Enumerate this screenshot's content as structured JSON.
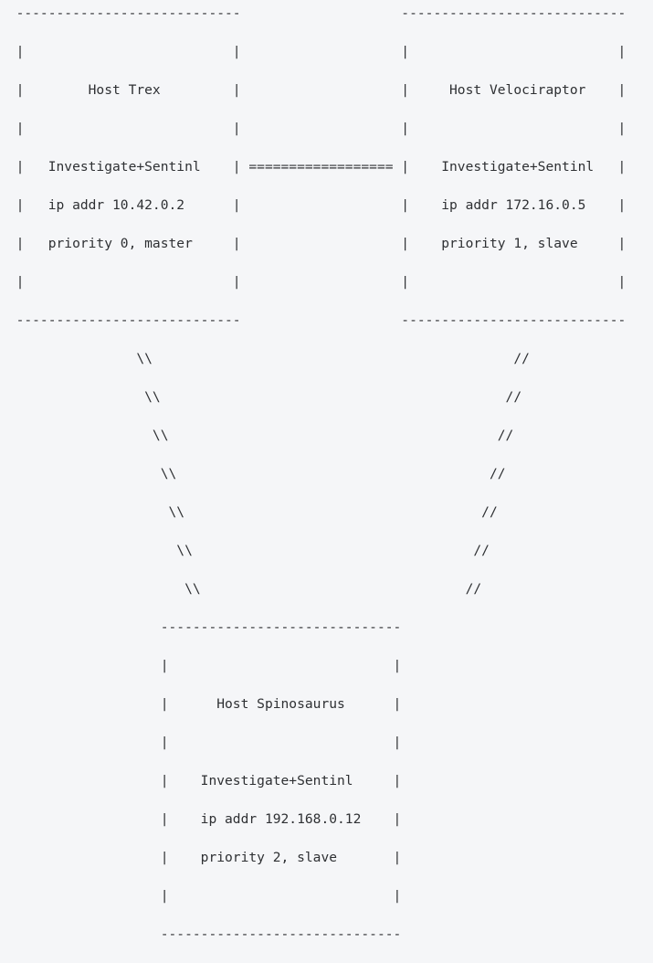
{
  "document": {
    "type": "ascii-network-diagram",
    "background_color": "#f5f6f8",
    "text_color": "#2e3033",
    "box_border_horizontal_char": "-",
    "box_border_vertical_char": "|",
    "link_horizontal_char": "=",
    "link_diagonal_left_char": "\\",
    "link_diagonal_right_char": "/"
  },
  "nodes": [
    {
      "id": "trex",
      "title": "Host Trex",
      "stack": "Investigate+Sentinl",
      "ip": "ip addr 10.42.0.2",
      "priority": "priority 0, master",
      "priority_value": 0,
      "role": "master",
      "ip_address": "10.42.0.2",
      "position": "top-left"
    },
    {
      "id": "velociraptor",
      "title": "Host Velociraptor",
      "stack": "Investigate+Sentinl",
      "ip": "ip addr 172.16.0.5",
      "priority": "priority 1, slave",
      "priority_value": 1,
      "role": "slave",
      "ip_address": "172.16.0.5",
      "position": "top-right"
    },
    {
      "id": "spinosaurus",
      "title": "Host Spinosaurus",
      "stack": "Investigate+Sentinl",
      "ip": "ip addr 192.168.0.12",
      "priority": "priority 2, slave",
      "priority_value": 2,
      "role": "slave",
      "ip_address": "192.168.0.12",
      "position": "bottom-center"
    }
  ],
  "links": [
    {
      "from": "trex",
      "to": "velociraptor",
      "style": "horizontal-double",
      "glyph": "="
    },
    {
      "from": "trex",
      "to": "spinosaurus",
      "style": "diagonal-down-right",
      "glyph": "\\\\"
    },
    {
      "from": "velociraptor",
      "to": "spinosaurus",
      "style": "diagonal-down-left",
      "glyph": "//"
    }
  ],
  "ascii": {
    "lines": [
      "  ----------------------------                    ----------------------------",
      "  |                          |                    |                          |",
      "  |        Host Trex         |                    |     Host Velociraptor    |",
      "  |                          |                    |                          |",
      "  |   Investigate+Sentinl    | ================== |    Investigate+Sentinl   |",
      "  |   ip addr 10.42.0.2      |                    |    ip addr 172.16.0.5    |",
      "  |   priority 0, master     |                    |    priority 1, slave     |",
      "  |                          |                    |                          |",
      "  ----------------------------                    ----------------------------",
      "                 \\\\                                             //",
      "                  \\\\                                           //",
      "                   \\\\                                         //",
      "                    \\\\                                       //",
      "                     \\\\                                     //",
      "                      \\\\                                   //",
      "                       \\\\                                 //",
      "                    ------------------------------",
      "                    |                            |",
      "                    |      Host Spinosaurus      |",
      "                    |                            |",
      "                    |    Investigate+Sentinl     |",
      "                    |    ip addr 192.168.0.12    |",
      "                    |    priority 2, slave       |",
      "                    |                            |",
      "                    ------------------------------"
    ]
  }
}
